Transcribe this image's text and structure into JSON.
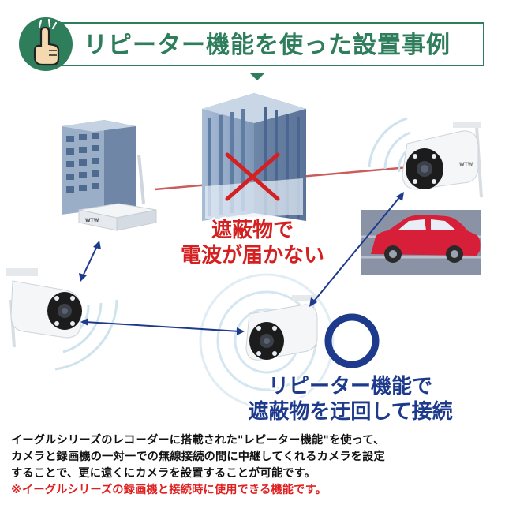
{
  "header": {
    "title": "リピーター機能を使った設置事例"
  },
  "diagram": {
    "obstacle_line1": "遮蔽物で",
    "obstacle_line2": "電波が届かない",
    "repeater_line1": "リピーター機能で",
    "repeater_line2": "遮蔽物を迂回して接続",
    "router_brand": "WTW",
    "camera_brand": "WTW",
    "colors": {
      "accent_green": "#2e7d5b",
      "alert_red": "#d42020",
      "repeater_blue": "#1d3a8c",
      "building_blue": "#8fa8c8"
    }
  },
  "caption": {
    "line1": "イーグルシリーズのレコーダーに搭載された\"レピーター機能\"を使って、",
    "line2": "カメラと録画機の一対一での無線接続の間に中継してくれるカメラを設定",
    "line3": "することで、更に遠くにカメラを設置することが可能です。",
    "note": "※イーグルシリーズの録画機と接続時に使用できる機能です。"
  }
}
